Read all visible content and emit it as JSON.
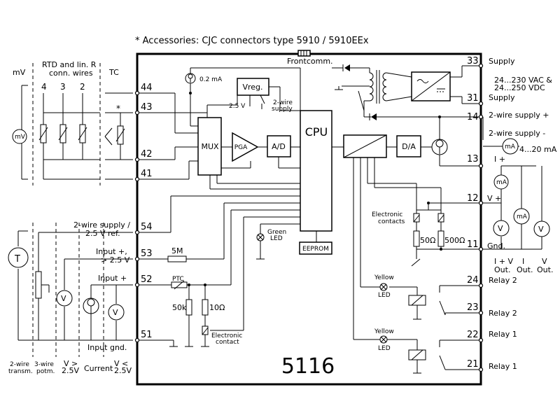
{
  "header": {
    "accessories": "* Accessories: CJC connectors type 5910 / 5910EEx"
  },
  "device": {
    "model": "5116",
    "front_comm": "Frontcomm.",
    "cpu": "CPU",
    "mux": "MUX",
    "pga": "PGA",
    "adc": "A/D",
    "dac": "D/A",
    "vreg": "Vreg.",
    "eeprom": "EEPROM",
    "current_source": "0.2 mA",
    "vreg_out": "2.5 V",
    "vreg_2wire": [
      "2-wire",
      "supply"
    ],
    "green_led": [
      "Green",
      "LED"
    ],
    "electronic_contacts": [
      "Electronic",
      "contacts"
    ],
    "electronic_contact": [
      "Electronic",
      "contact"
    ],
    "r_5m": "5M",
    "r_ptc": "PTC",
    "r_50k": "50k",
    "r_10": "10Ω",
    "r_50a": "50Ω",
    "r_500": "500Ω",
    "yellow_led_1": [
      "Yellow",
      "LED"
    ],
    "yellow_led_2": [
      "Yellow",
      "LED"
    ]
  },
  "input_section": {
    "top_headers": {
      "mv": "mV",
      "rtd": [
        "RTD and lin. R",
        "conn. wires"
      ],
      "rtd_wires": [
        "4",
        "3",
        "2"
      ],
      "tc": "TC",
      "tc_star": "*"
    },
    "mv_symbol": "mV",
    "pins": [
      {
        "num": "44"
      },
      {
        "num": "43"
      },
      {
        "num": "42"
      },
      {
        "num": "41"
      },
      {
        "num": "54"
      },
      {
        "num": "53"
      },
      {
        "num": "52"
      },
      {
        "num": "51"
      }
    ],
    "labels": {
      "p54": [
        "2-wire supply /",
        "2.5 V ref."
      ],
      "p53": [
        "Input +,",
        "> 2.5 V"
      ],
      "p52": "Input +",
      "p51": "Input gnd."
    },
    "bottom_headers": [
      [
        "2-wire",
        "transm."
      ],
      [
        "3-wire",
        "potm."
      ],
      [
        "V >",
        "2.5V"
      ],
      [
        "Current"
      ],
      [
        "V <",
        "2.5V"
      ]
    ],
    "t_symbol": "T",
    "v_symbol": "V"
  },
  "output_section": {
    "pins": [
      {
        "num": "33",
        "label": "Supply"
      },
      {
        "num": "31",
        "label": "Supply"
      },
      {
        "num": "14",
        "label": "2-wire supply +"
      },
      {
        "num": "13",
        "label": "2-wire supply -"
      },
      {
        "num": "12",
        "label": "V +"
      },
      {
        "num": "11",
        "label": "Gnd."
      },
      {
        "num": "24",
        "label": "Relay 2"
      },
      {
        "num": "23",
        "label": "Relay 2"
      },
      {
        "num": "22",
        "label": "Relay 1"
      },
      {
        "num": "21",
        "label": "Relay 1"
      }
    ],
    "supply_spec": [
      "24...230 VAC &",
      "24...250 VDC"
    ],
    "current_range": "4...20 mA",
    "i_plus": "I +",
    "meter_ma": "mA",
    "meter_v": "V",
    "out_labels": [
      [
        "I + V",
        "Out."
      ],
      [
        "I",
        "Out."
      ],
      [
        "V",
        "Out."
      ]
    ]
  }
}
